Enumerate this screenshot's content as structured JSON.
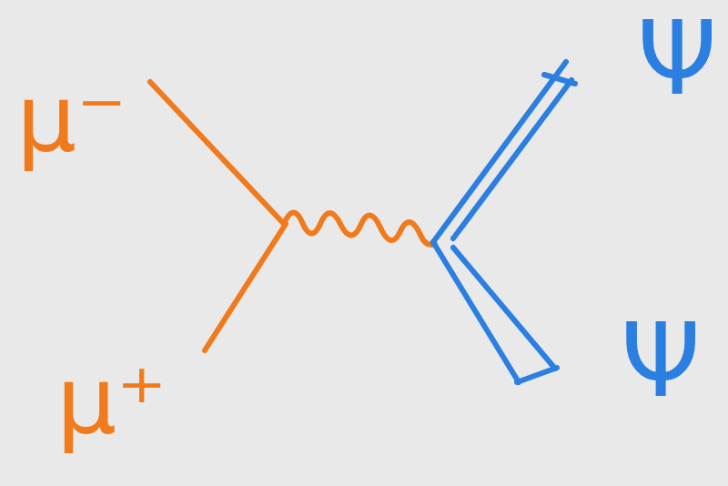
{
  "diagram": {
    "labels": [
      "μ⁻",
      "μ⁺",
      "Ψ",
      "Ψ"
    ]
  }
}
